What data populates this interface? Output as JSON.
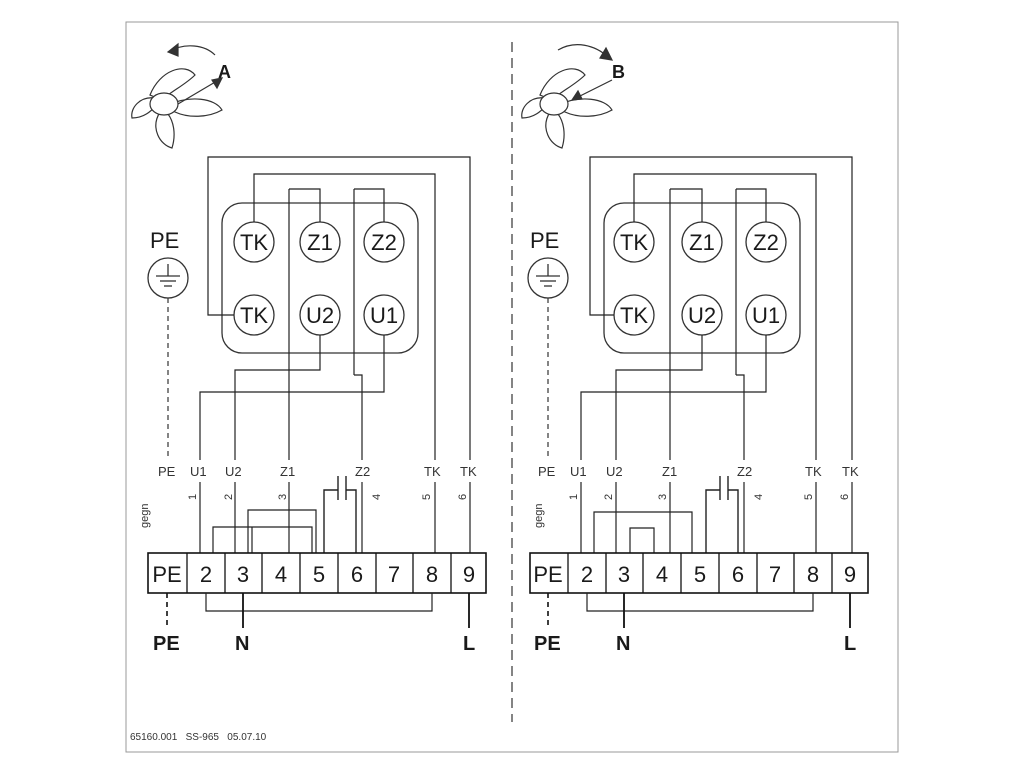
{
  "left": {
    "rotation_label": "A",
    "pe_label": "PE",
    "box_top": [
      "TK",
      "Z1",
      "Z2"
    ],
    "box_bottom": [
      "TK",
      "U2",
      "U1"
    ],
    "wire_labels": [
      "PE",
      "U1",
      "U2",
      "Z1",
      "Z2",
      "TK",
      "TK"
    ],
    "wire_numbers": [
      "1",
      "2",
      "3",
      "4",
      "5",
      "6"
    ],
    "gegn": "gegn",
    "terminals": [
      "PE",
      "2",
      "3",
      "4",
      "5",
      "6",
      "7",
      "8",
      "9"
    ],
    "supply": [
      "PE",
      "N",
      "L"
    ]
  },
  "right": {
    "rotation_label": "B",
    "pe_label": "PE",
    "box_top": [
      "TK",
      "Z1",
      "Z2"
    ],
    "box_bottom": [
      "TK",
      "U2",
      "U1"
    ],
    "wire_labels": [
      "PE",
      "U1",
      "U2",
      "Z1",
      "Z2",
      "TK",
      "TK"
    ],
    "wire_numbers": [
      "1",
      "2",
      "3",
      "4",
      "5",
      "6"
    ],
    "gegn": "gegn",
    "terminals": [
      "PE",
      "2",
      "3",
      "4",
      "5",
      "6",
      "7",
      "8",
      "9"
    ],
    "supply": [
      "PE",
      "N",
      "L"
    ]
  },
  "footer": "65160.001   SS-965   05.07.10"
}
